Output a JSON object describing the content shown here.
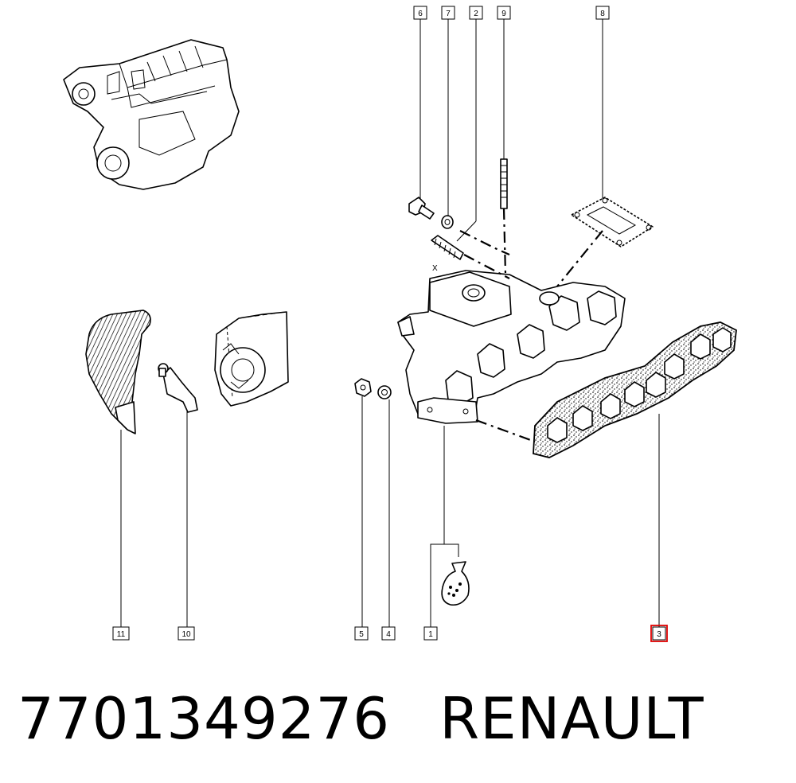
{
  "callouts": [
    {
      "id": "c6",
      "label": "6"
    },
    {
      "id": "c7",
      "label": "7"
    },
    {
      "id": "c2",
      "label": "2"
    },
    {
      "id": "c9",
      "label": "9"
    },
    {
      "id": "c8",
      "label": "8"
    },
    {
      "id": "c11",
      "label": "11"
    },
    {
      "id": "c10",
      "label": "10"
    },
    {
      "id": "c5",
      "label": "5"
    },
    {
      "id": "c4",
      "label": "4"
    },
    {
      "id": "c1",
      "label": "1"
    },
    {
      "id": "c3",
      "label": "3",
      "highlight": true
    }
  ],
  "annotation_x": "X",
  "highlight_color": "#e00000",
  "footer": {
    "part_number": "7701349276",
    "brand": "RENAULT"
  }
}
